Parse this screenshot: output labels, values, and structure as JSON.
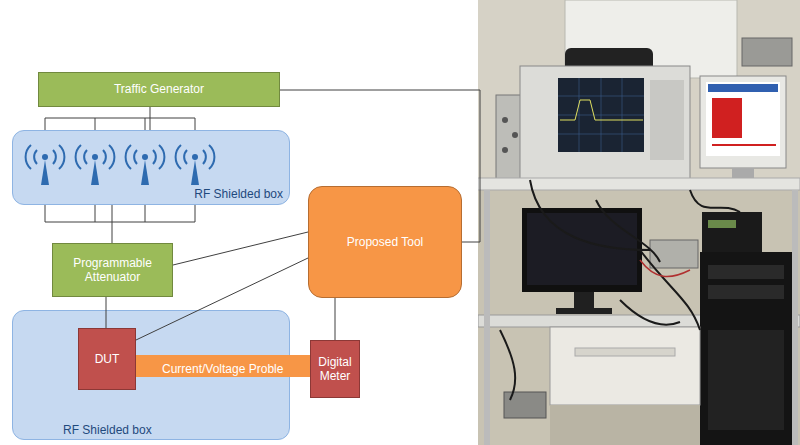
{
  "diagram": {
    "nodes": [
      {
        "text": [
          "Traffic Generator"
        ]
      },
      {
        "text": [
          "RF Shielded box"
        ]
      },
      {
        "text": [
          "Programmable Attenuator"
        ]
      },
      {
        "text": [
          "RF Shielded box"
        ]
      },
      {
        "text": [
          "DUT"
        ],
        "in": 3
      },
      {
        "text": [
          "Proposed Tool"
        ]
      },
      {
        "text": [
          "Digital Meter"
        ]
      }
    ],
    "edges": [
      {
        "from": 0,
        "to": 1,
        "arrow": "none"
      },
      {
        "from": 0,
        "to": 5,
        "arrow": "none"
      },
      {
        "from": 1,
        "to": 2,
        "arrow": "none"
      },
      {
        "from": 2,
        "to": 4,
        "arrow": "none"
      },
      {
        "from": 5,
        "to": 2,
        "arrow": "none"
      },
      {
        "from": 5,
        "to": 4,
        "arrow": "none"
      },
      {
        "from": 6,
        "to": 5,
        "arrow": "none"
      },
      {
        "from": 4,
        "to": 6,
        "label": "Current/Voltage Proble",
        "arrow": "none"
      }
    ]
  }
}
